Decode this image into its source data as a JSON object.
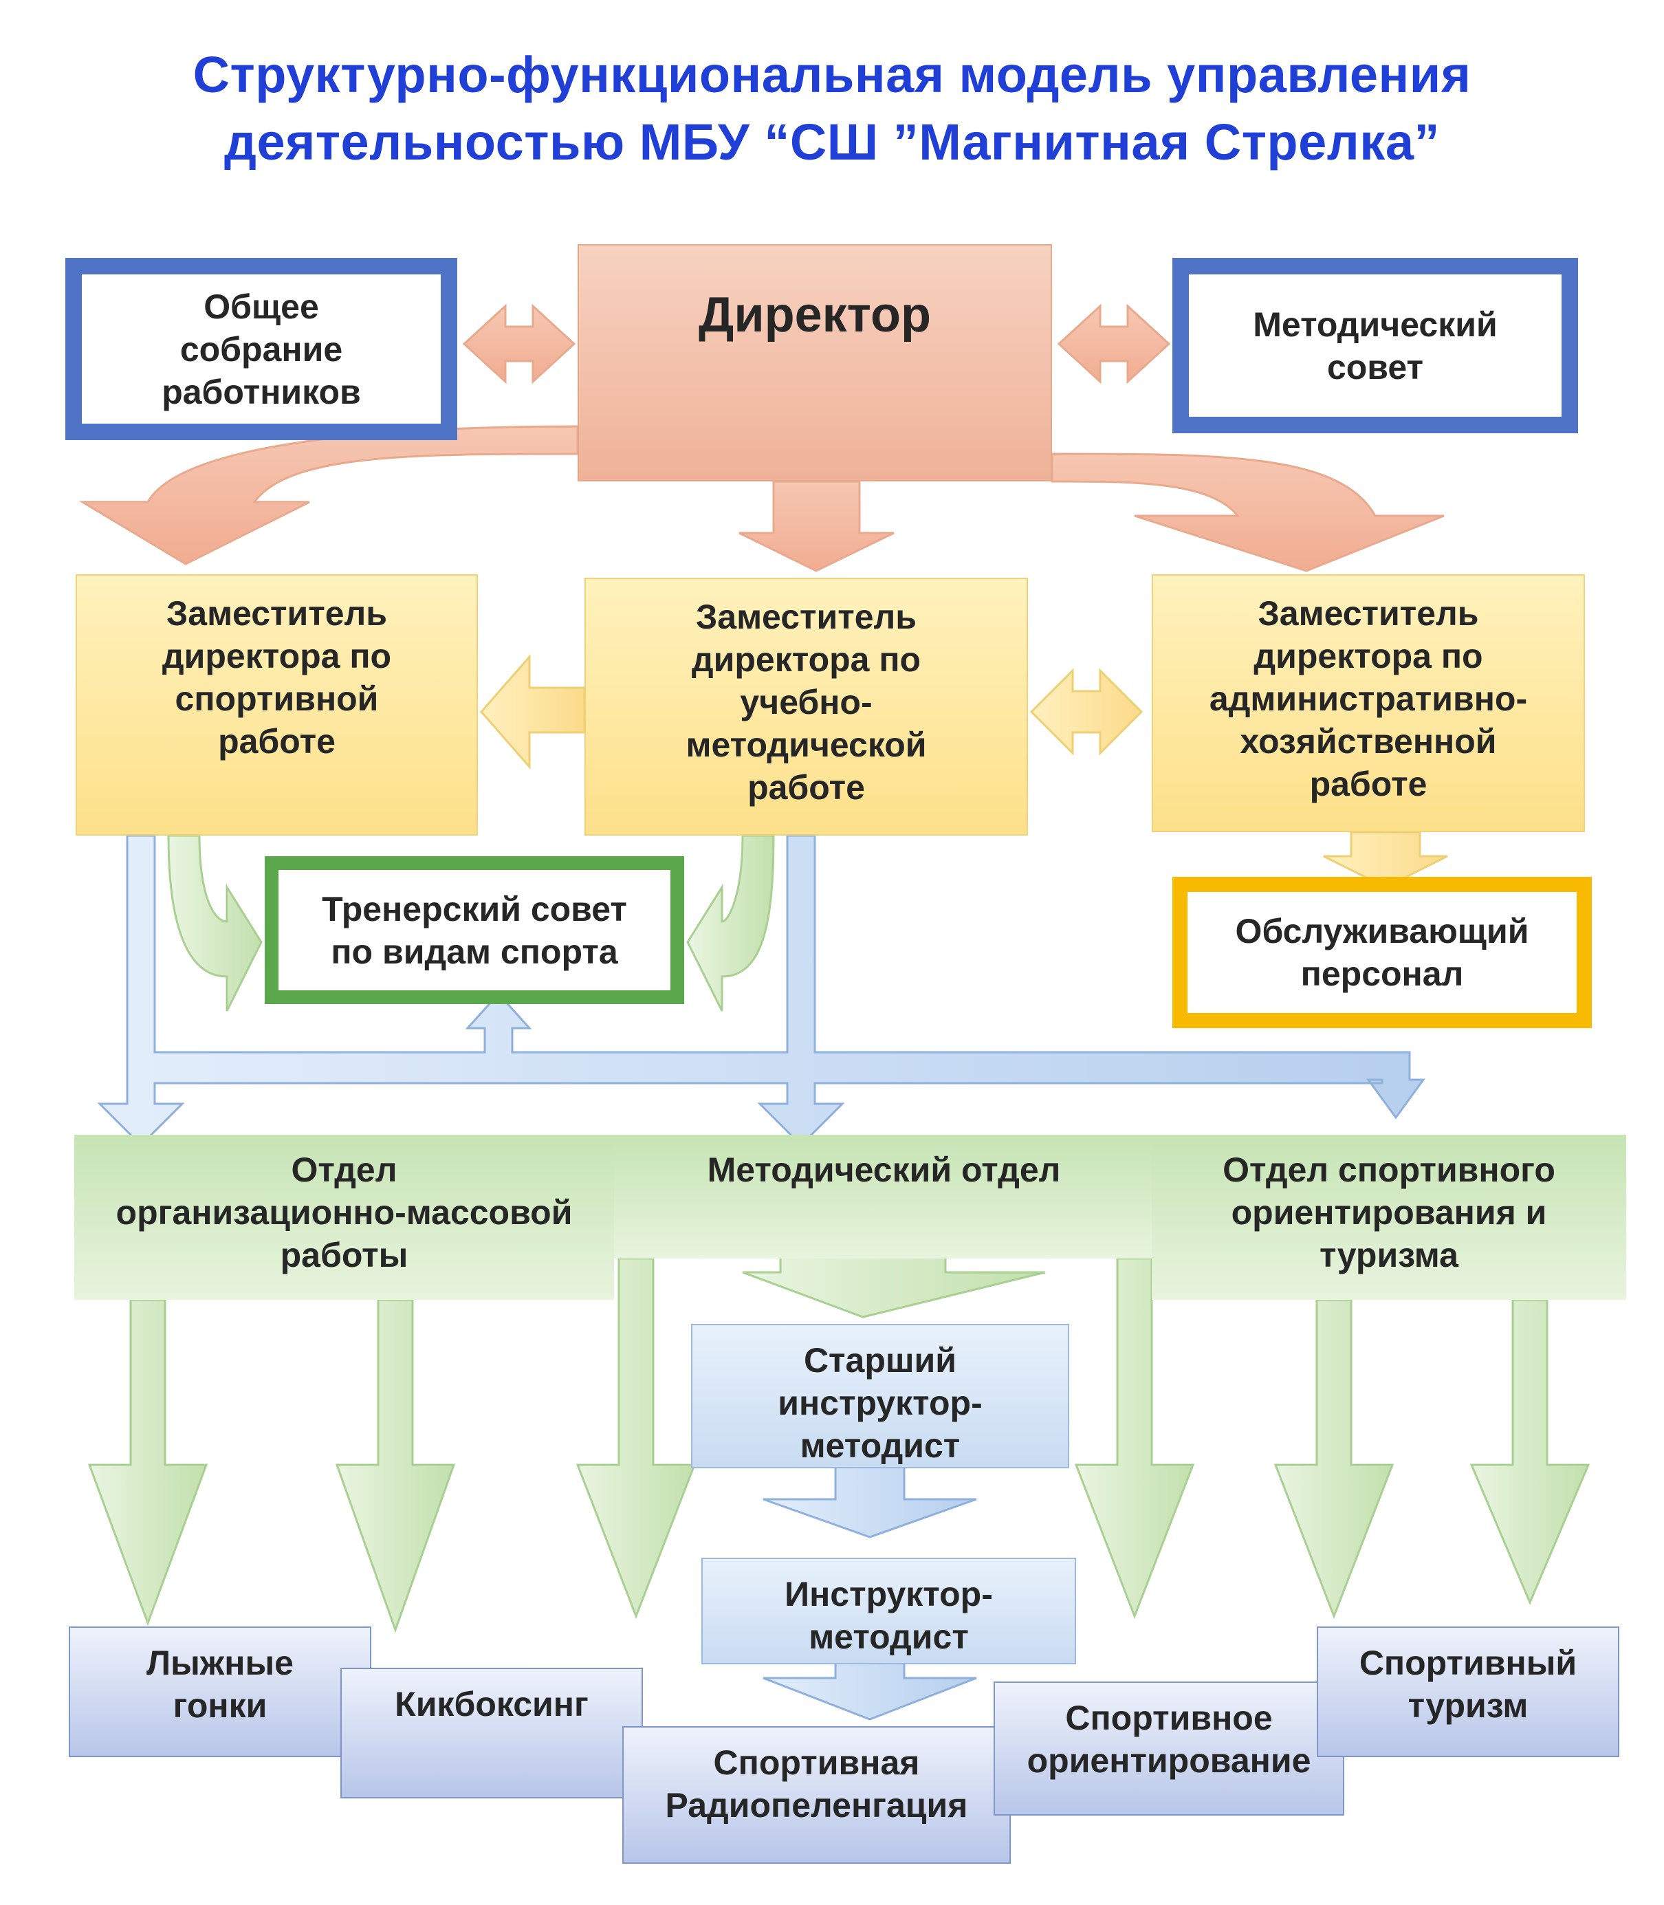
{
  "title": {
    "line1": "Структурно-функциональная модель управления",
    "line2": "деятельностью МБУ “СШ ”Магнитная Стрелка”"
  },
  "boxes": {
    "general_meeting": "Общее\nсобрание\nработников",
    "director": "Директор",
    "methodical_council": "Методический\nсовет",
    "deputy_sport": "Заместитель\nдиректора по\nспортивной\nработе",
    "deputy_methodical": "Заместитель\nдиректора по\nучебно-\nметодической\nработе",
    "deputy_admin": "Заместитель\nдиректора по\nадминистративно-\nхозяйственной\nработе",
    "coach_council": "Тренерский совет\nпо видам спорта",
    "service_staff": "Обслуживающий\nперсонал",
    "dept_mass_work": "Отдел\nорганизационно-массовой\nработы",
    "dept_methodical": "Методический отдел",
    "dept_orienteering": "Отдел спортивного\nориентирования и\nтуризма",
    "senior_instructor": "Старший\nинструктор-\nметодист",
    "instructor": "Инструктор-\nметодист",
    "skiing": "Лыжные\nгонки",
    "kickboxing": "Кикбоксинг",
    "radio_direction": "Спортивная\nРадиопеленгация",
    "orienteering": "Спортивное\nориентирование",
    "tourism": "Спортивный\nтуризм"
  },
  "colors": {
    "title": "#1f3fd6",
    "frame_blue": "#4f73c6",
    "frame_green": "#5aa74c",
    "frame_yellow": "#f7ba00",
    "arrow_salmon": "#f4b9a0",
    "arrow_yellow": "#fde4a0",
    "arrow_green": "#d4ebc5",
    "arrow_blue": "#c6dbf3"
  }
}
